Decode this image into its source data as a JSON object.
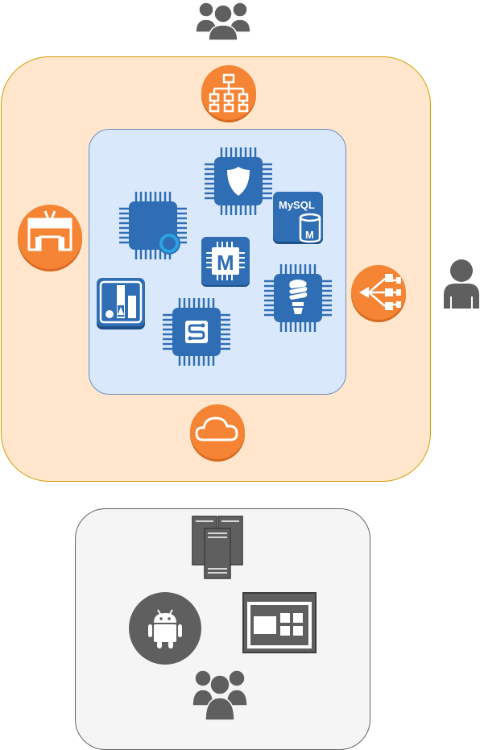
{
  "diagram": {
    "colors": {
      "outer_fill": "#ffe6cc",
      "outer_stroke": "#d79b00",
      "inner_fill": "#dae8fc",
      "inner_stroke": "#6c8ebf",
      "bottom_fill": "#f5f5f5",
      "bottom_stroke": "#666666",
      "orange_icon": "#f58534",
      "blue_icon": "#2f6eb5",
      "gray_icon": "#5f5f5f"
    },
    "icons": {
      "top_users": "users-group-icon",
      "hierarchy": "org-hierarchy-icon",
      "gateway": "gateway-icon",
      "load_balancer": "load-balancer-icon",
      "cloud": "cloud-icon",
      "right_user": "user-icon",
      "chip_shield": "chip-shield-icon",
      "mysql": "mysql-database-icon",
      "chip_alexa": "chip-alexa-icon",
      "chip_m": "chip-m-icon",
      "chip_bulb": "chip-lightbulb-icon",
      "analytics": "analytics-chart-icon",
      "chip_s": "chip-s-icon",
      "servers": "server-stack-icon",
      "android": "android-icon",
      "dashboard": "dashboard-window-icon",
      "bottom_users": "users-group-icon"
    },
    "labels": {
      "mysql": "MySQL",
      "mysql_badge": "M",
      "chip_m": "M"
    }
  }
}
